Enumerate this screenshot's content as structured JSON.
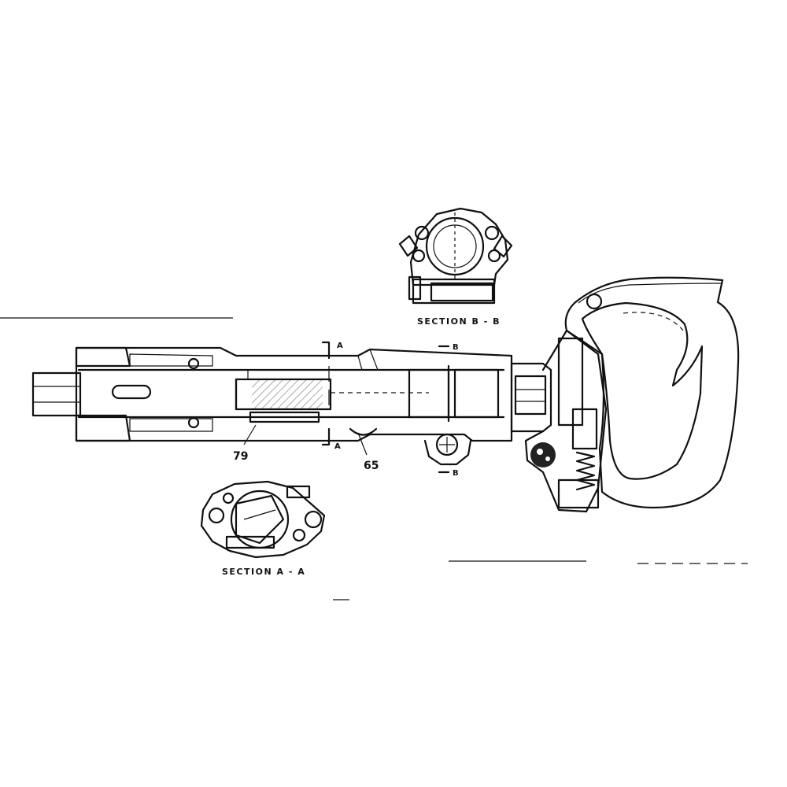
{
  "labels": {
    "section_bb": "SECTION B - B",
    "section_aa": "SECTION A - A",
    "callout_79": "79",
    "callout_65": "65",
    "cut_a_top": "A",
    "cut_a_bottom": "A",
    "cut_b_top": "B",
    "cut_b_bottom": "B"
  },
  "colors": {
    "ink": "#111111",
    "paper": "#ffffff"
  }
}
